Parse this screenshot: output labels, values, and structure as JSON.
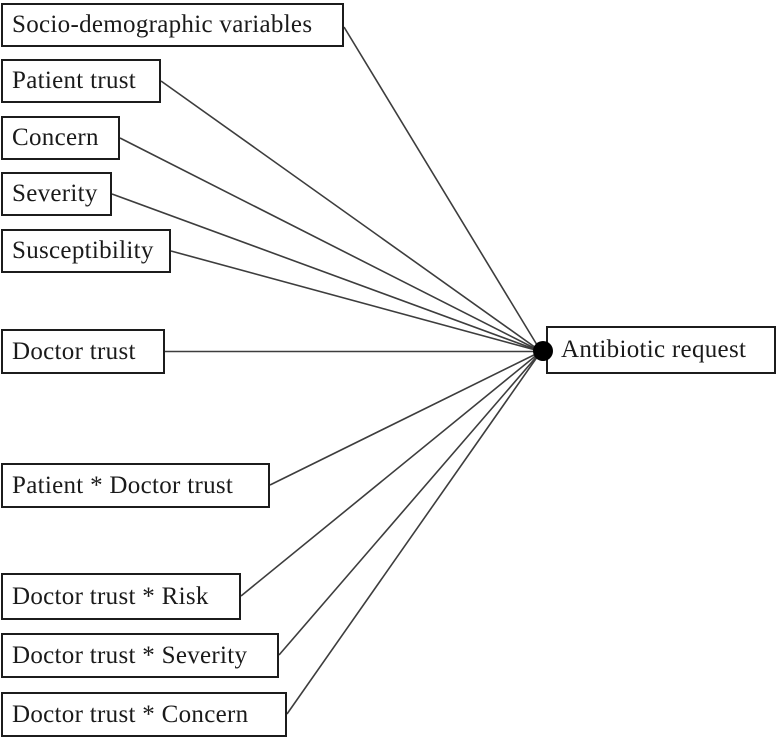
{
  "diagram": {
    "type": "path-diagram",
    "outcome": {
      "label": "Antibiotic request"
    },
    "predictors": [
      {
        "label": "Socio-demographic variables"
      },
      {
        "label": "Patient trust"
      },
      {
        "label": "Concern"
      },
      {
        "label": "Severity"
      },
      {
        "label": "Susceptibility"
      },
      {
        "label": "Doctor trust"
      },
      {
        "label": "Patient * Doctor trust"
      },
      {
        "label": "Doctor trust * Risk"
      },
      {
        "label": "Doctor trust * Severity"
      },
      {
        "label": "Doctor trust * Concern"
      }
    ],
    "edges": [
      {
        "from": "Socio-demographic variables",
        "to": "Antibiotic request"
      },
      {
        "from": "Patient trust",
        "to": "Antibiotic request"
      },
      {
        "from": "Concern",
        "to": "Antibiotic request"
      },
      {
        "from": "Severity",
        "to": "Antibiotic request"
      },
      {
        "from": "Susceptibility",
        "to": "Antibiotic request"
      },
      {
        "from": "Doctor trust",
        "to": "Antibiotic request"
      },
      {
        "from": "Patient * Doctor trust",
        "to": "Antibiotic request"
      },
      {
        "from": "Doctor trust * Risk",
        "to": "Antibiotic request"
      },
      {
        "from": "Doctor trust * Severity",
        "to": "Antibiotic request"
      },
      {
        "from": "Doctor trust * Concern",
        "to": "Antibiotic request"
      }
    ],
    "colors": {
      "background": "#ffffff",
      "box_border": "#1c1c1c",
      "line": "#3d3d3d",
      "text": "#1a1a1a",
      "dot": "#000000"
    }
  }
}
